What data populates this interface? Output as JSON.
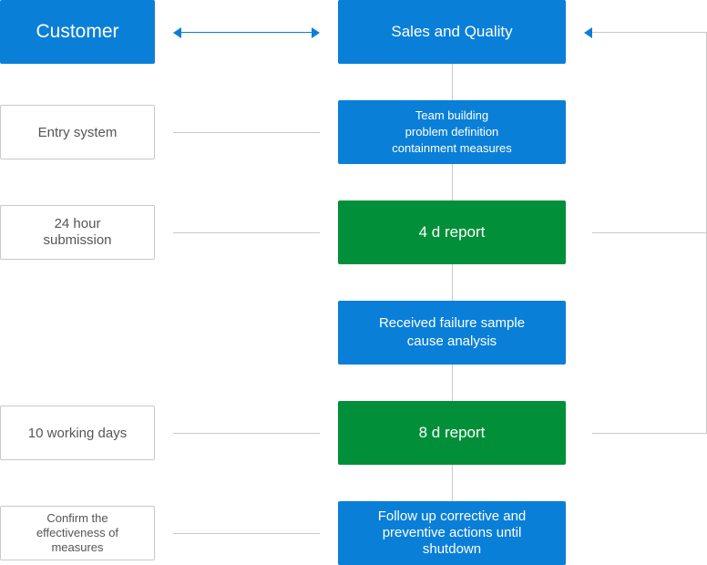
{
  "left": {
    "customer": "Customer",
    "entry_system": "Entry system",
    "submission_24h": "24 hour\nsubmission",
    "working_days": "10 working days",
    "confirm": "Confirm the\neffectiveness of\nmeasures"
  },
  "center": {
    "sales_quality": "Sales and Quality",
    "team_building": "Team building\nproblem definition\ncontainment measures",
    "report_4d": "4 d report",
    "failure_analysis": "Received failure sample\ncause analysis",
    "report_8d": "8 d report",
    "follow_up": "Follow up corrective and\npreventive actions until\nshutdown"
  },
  "colors": {
    "blue": "#0a7fd8",
    "green": "#019039",
    "line": "#c9c9c9",
    "outline_text": "#555555"
  }
}
